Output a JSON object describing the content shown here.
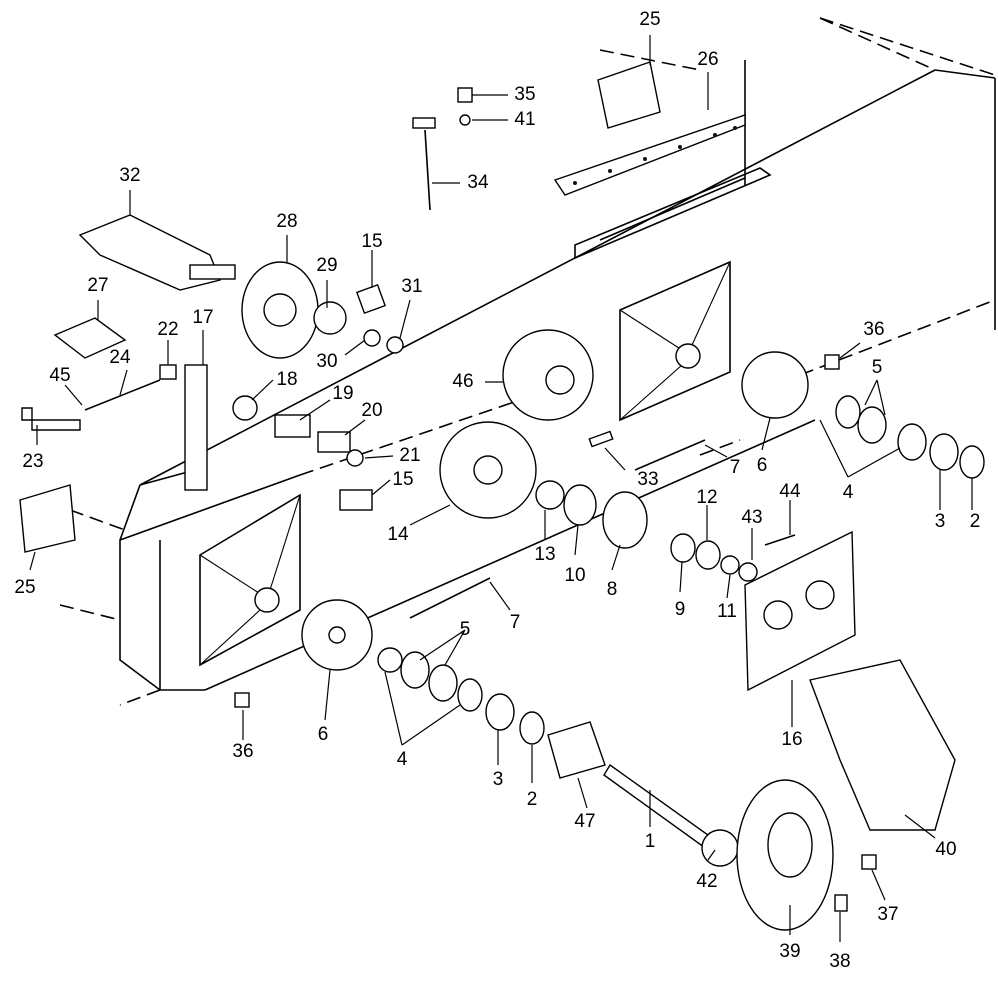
{
  "labels": [
    {
      "id": "l25a",
      "text": "25"
    },
    {
      "id": "l26",
      "text": "26"
    },
    {
      "id": "l35",
      "text": "35"
    },
    {
      "id": "l41",
      "text": "41"
    },
    {
      "id": "l34",
      "text": "34"
    },
    {
      "id": "l32",
      "text": "32"
    },
    {
      "id": "l28",
      "text": "28"
    },
    {
      "id": "l15a",
      "text": "15"
    },
    {
      "id": "l29",
      "text": "29"
    },
    {
      "id": "l31",
      "text": "31"
    },
    {
      "id": "l30",
      "text": "30"
    },
    {
      "id": "l27",
      "text": "27"
    },
    {
      "id": "l22",
      "text": "22"
    },
    {
      "id": "l17",
      "text": "17"
    },
    {
      "id": "l24",
      "text": "24"
    },
    {
      "id": "l45",
      "text": "45"
    },
    {
      "id": "l18",
      "text": "18"
    },
    {
      "id": "l19",
      "text": "19"
    },
    {
      "id": "l20",
      "text": "20"
    },
    {
      "id": "l21",
      "text": "21"
    },
    {
      "id": "l23",
      "text": "23"
    },
    {
      "id": "l15b",
      "text": "15"
    },
    {
      "id": "l46",
      "text": "46"
    },
    {
      "id": "l36a",
      "text": "36"
    },
    {
      "id": "l5a",
      "text": "5"
    },
    {
      "id": "l33",
      "text": "33"
    },
    {
      "id": "l7a",
      "text": "7"
    },
    {
      "id": "l6a",
      "text": "6"
    },
    {
      "id": "l4a",
      "text": "4"
    },
    {
      "id": "l3a",
      "text": "3"
    },
    {
      "id": "l2a",
      "text": "2"
    },
    {
      "id": "l14",
      "text": "14"
    },
    {
      "id": "l13",
      "text": "13"
    },
    {
      "id": "l10",
      "text": "10"
    },
    {
      "id": "l8",
      "text": "8"
    },
    {
      "id": "l12",
      "text": "12"
    },
    {
      "id": "l43",
      "text": "43"
    },
    {
      "id": "l44",
      "text": "44"
    },
    {
      "id": "l9",
      "text": "9"
    },
    {
      "id": "l11",
      "text": "11"
    },
    {
      "id": "l25b",
      "text": "25"
    },
    {
      "id": "l7b",
      "text": "7"
    },
    {
      "id": "l5b",
      "text": "5"
    },
    {
      "id": "l16",
      "text": "16"
    },
    {
      "id": "l6b",
      "text": "6"
    },
    {
      "id": "l4b",
      "text": "4"
    },
    {
      "id": "l3b",
      "text": "3"
    },
    {
      "id": "l2b",
      "text": "2"
    },
    {
      "id": "l47",
      "text": "47"
    },
    {
      "id": "l1",
      "text": "1"
    },
    {
      "id": "l36b",
      "text": "36"
    },
    {
      "id": "l40",
      "text": "40"
    },
    {
      "id": "l42",
      "text": "42"
    },
    {
      "id": "l37",
      "text": "37"
    },
    {
      "id": "l39",
      "text": "39"
    },
    {
      "id": "l38",
      "text": "38"
    }
  ]
}
